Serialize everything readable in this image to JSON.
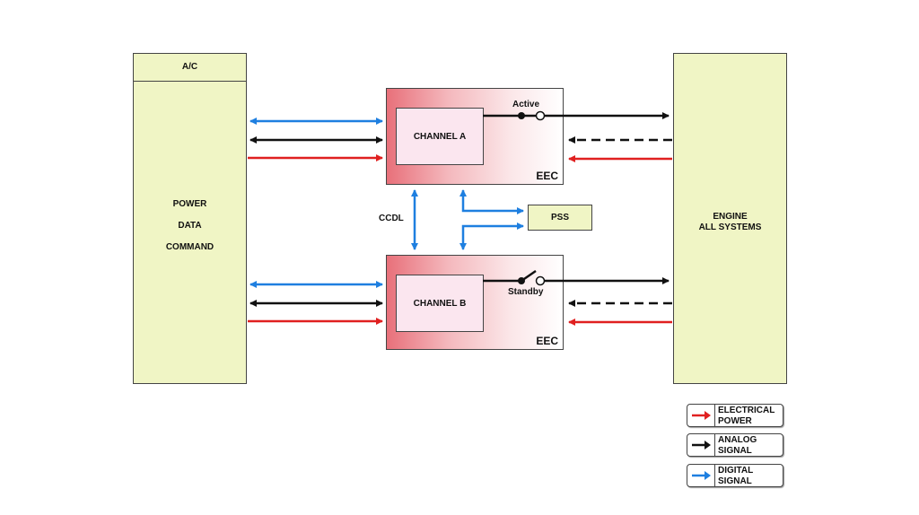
{
  "diagram": {
    "ac": {
      "title": "A/C",
      "lines": [
        "POWER",
        "DATA",
        "COMMAND"
      ]
    },
    "engine": {
      "lines": [
        "ENGINE",
        "ALL SYSTEMS"
      ]
    },
    "eec_a": {
      "label": "EEC",
      "channel": "CHANNEL A",
      "switch_state": "Active"
    },
    "eec_b": {
      "label": "EEC",
      "channel": "CHANNEL B",
      "switch_state": "Standby"
    },
    "ccdl": "CCDL",
    "pss": "PSS"
  },
  "legend": [
    {
      "line1": "ELECTRICAL",
      "line2": "POWER",
      "color": "#e02020"
    },
    {
      "line1": "ANALOG",
      "line2": "SIGNAL",
      "color": "#111111"
    },
    {
      "line1": "DIGITAL",
      "line2": "SIGNAL",
      "color": "#1e7fe0"
    }
  ],
  "colors": {
    "electrical": "#e02020",
    "analog": "#111111",
    "digital": "#1e7fe0"
  }
}
